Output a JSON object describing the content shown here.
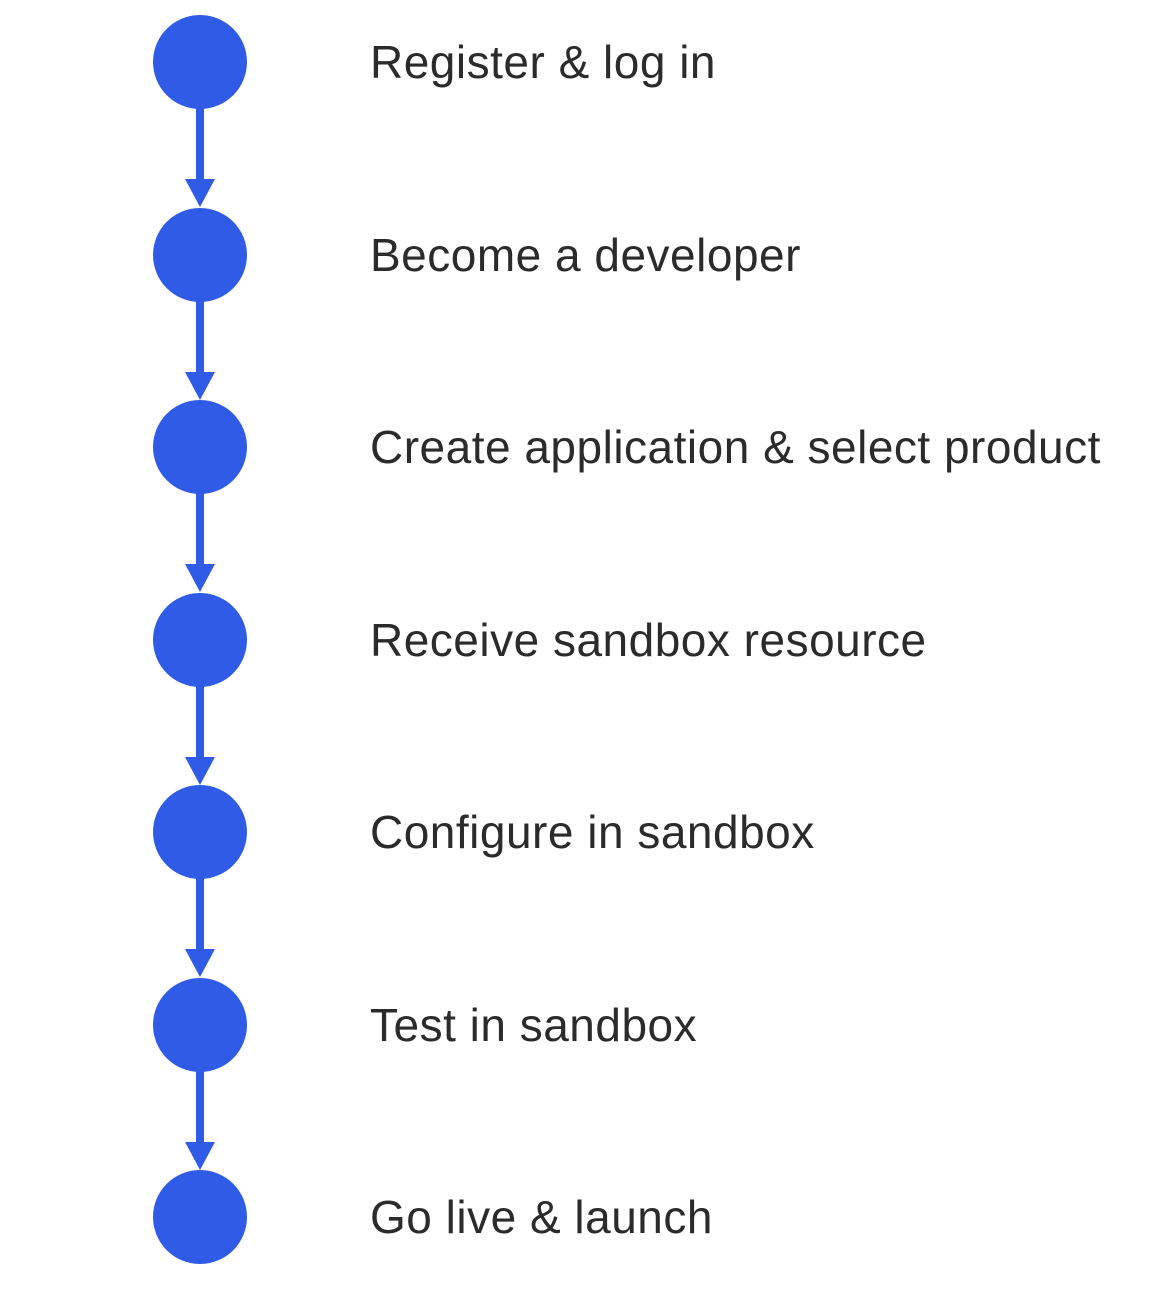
{
  "colors": {
    "node_blue": "#2F5BE6",
    "label_text": "#2B2B2B",
    "canvas_bg": "#FFFFFF"
  },
  "diagram": {
    "type": "vertical-flowchart",
    "direction": "top-to-bottom",
    "steps": [
      {
        "label": "Register & log in"
      },
      {
        "label": "Become a developer"
      },
      {
        "label": "Create application & select product"
      },
      {
        "label": "Receive sandbox resource"
      },
      {
        "label": "Configure in sandbox"
      },
      {
        "label": "Test in sandbox"
      },
      {
        "label": "Go live & launch"
      }
    ]
  }
}
